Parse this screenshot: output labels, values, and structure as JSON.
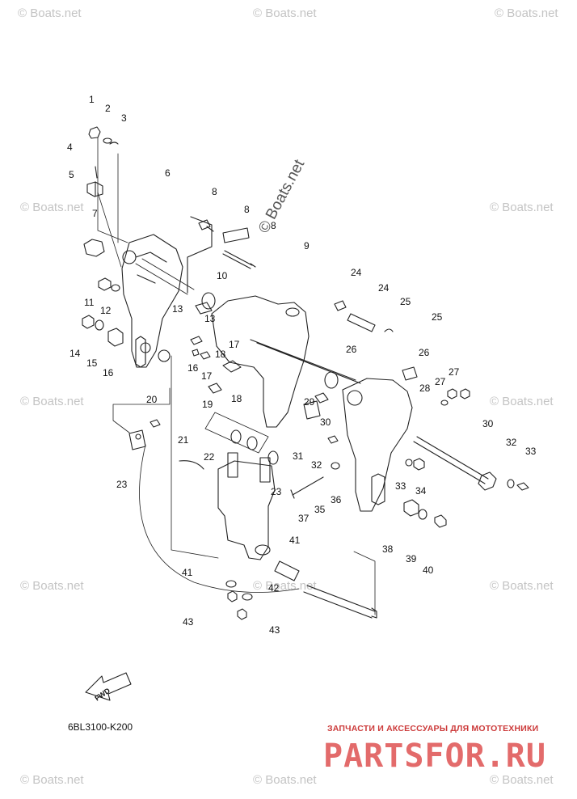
{
  "watermarks": {
    "small": "© Boats.net",
    "big": "© Boats.net"
  },
  "drawing_code": "6BL3100-K200",
  "fwd_label": "FWD",
  "brand": {
    "tagline": "ЗАПЧАСТИ И АКСЕССУАРЫ ДЛЯ МОТОТЕХНИКИ",
    "logo_text": "PARTSFOR.RU",
    "color": "#e36b6b"
  },
  "part_labels": [
    "1",
    "2",
    "3",
    "4",
    "5",
    "6",
    "7",
    "8",
    "8",
    "8",
    "9",
    "10",
    "11",
    "12",
    "13",
    "13",
    "14",
    "15",
    "16",
    "16",
    "17",
    "17",
    "18",
    "18",
    "19",
    "20",
    "21",
    "22",
    "23",
    "23",
    "24",
    "24",
    "25",
    "25",
    "26",
    "26",
    "27",
    "27",
    "28",
    "29",
    "30",
    "30",
    "31",
    "32",
    "32",
    "33",
    "33",
    "34",
    "35",
    "36",
    "37",
    "38",
    "39",
    "40",
    "41",
    "41",
    "42",
    "43",
    "43"
  ]
}
